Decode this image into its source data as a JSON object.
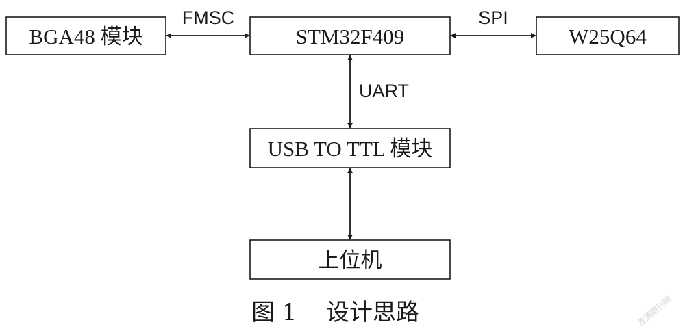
{
  "boxes": {
    "bga48": "BGA48 模块",
    "stm32": "STM32F409",
    "w25q64": "W25Q64",
    "usb_ttl": "USB TO TTL 模块",
    "host": "上位机"
  },
  "links": {
    "fmsc": "FMSC",
    "spi": "SPI",
    "uart": "UART"
  },
  "caption": {
    "number": "图 1",
    "title": "设计思路"
  },
  "watermark": "龙源期刊网",
  "colors": {
    "stroke": "#1a1a1a",
    "background": "#ffffff"
  }
}
